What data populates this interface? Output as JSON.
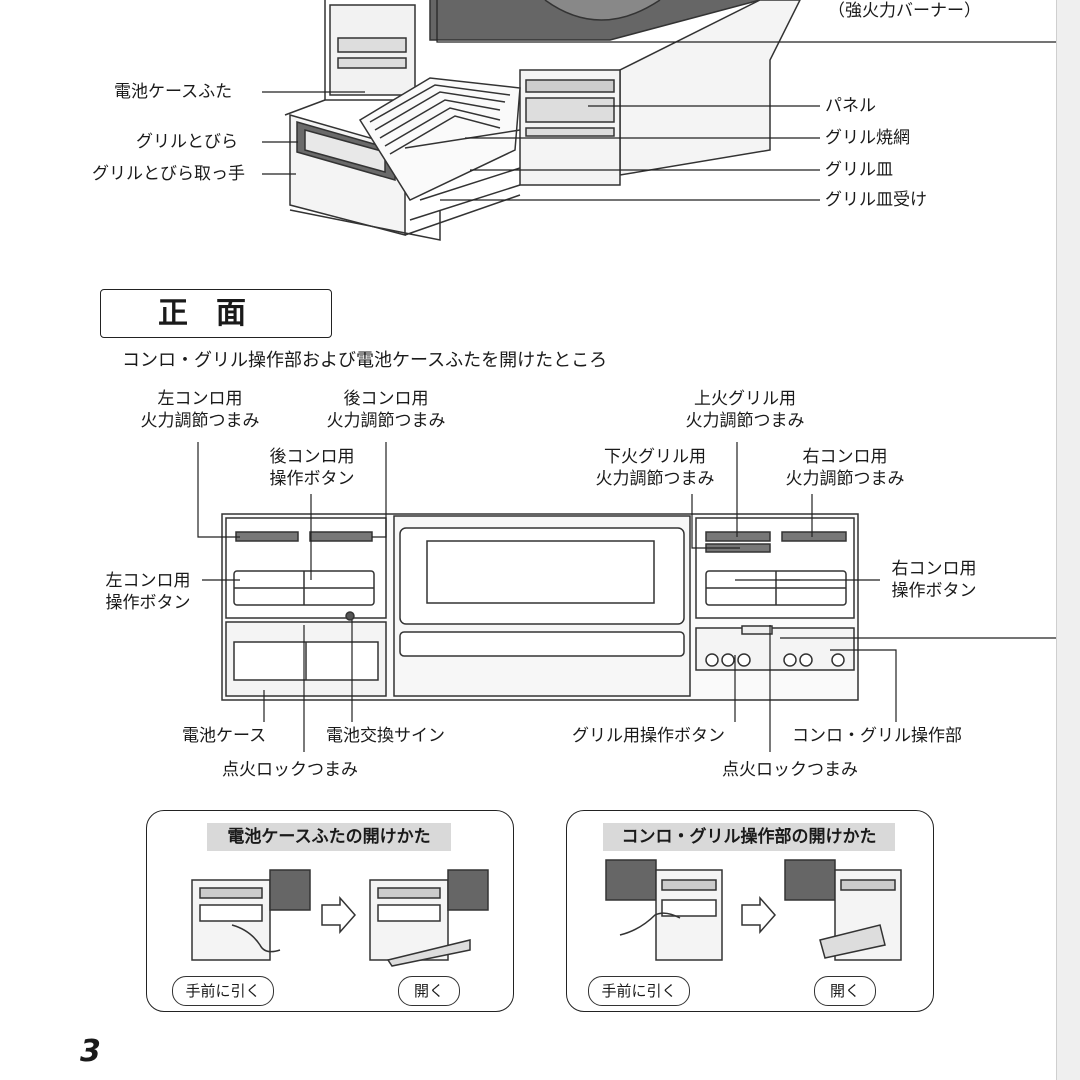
{
  "top_labels": {
    "burner_note": "（強火力バーナー）",
    "battery_case_lid": "電池ケースふた",
    "grill_door": "グリルとびら",
    "grill_door_handle": "グリルとびら取っ手",
    "panel": "パネル",
    "grill_net": "グリル焼網",
    "grill_pan": "グリル皿",
    "grill_pan_holder": "グリル皿受け"
  },
  "section": {
    "title": "正面",
    "subtitle": "コンロ・グリル操作部および電池ケースふたを開けたところ"
  },
  "front_labels": {
    "left_knob_1": "左コンロ用",
    "left_knob_2": "火力調節つまみ",
    "rear_knob_1": "後コンロ用",
    "rear_knob_2": "火力調節つまみ",
    "rear_btn_1": "後コンロ用",
    "rear_btn_2": "操作ボタン",
    "left_btn_1": "左コンロ用",
    "left_btn_2": "操作ボタン",
    "upper_grill_knob_1": "上火グリル用",
    "upper_grill_knob_2": "火力調節つまみ",
    "lower_grill_knob_1": "下火グリル用",
    "lower_grill_knob_2": "火力調節つまみ",
    "right_knob_1": "右コンロ用",
    "right_knob_2": "火力調節つまみ",
    "right_btn_1": "右コンロ用",
    "right_btn_2": "操作ボタン",
    "battery_case": "電池ケース",
    "battery_sign": "電池交換サイン",
    "ignition_lock_left": "点火ロックつまみ",
    "grill_buttons": "グリル用操作ボタン",
    "control_unit": "コンロ・グリル操作部",
    "ignition_lock_right": "点火ロックつまみ"
  },
  "panels": {
    "left": {
      "title": "電池ケースふたの開けかた",
      "step1": "手前に引く",
      "step2": "開く"
    },
    "right": {
      "title": "コンロ・グリル操作部の開けかた",
      "step1": "手前に引く",
      "step2": "開く"
    }
  },
  "page_number": "3"
}
